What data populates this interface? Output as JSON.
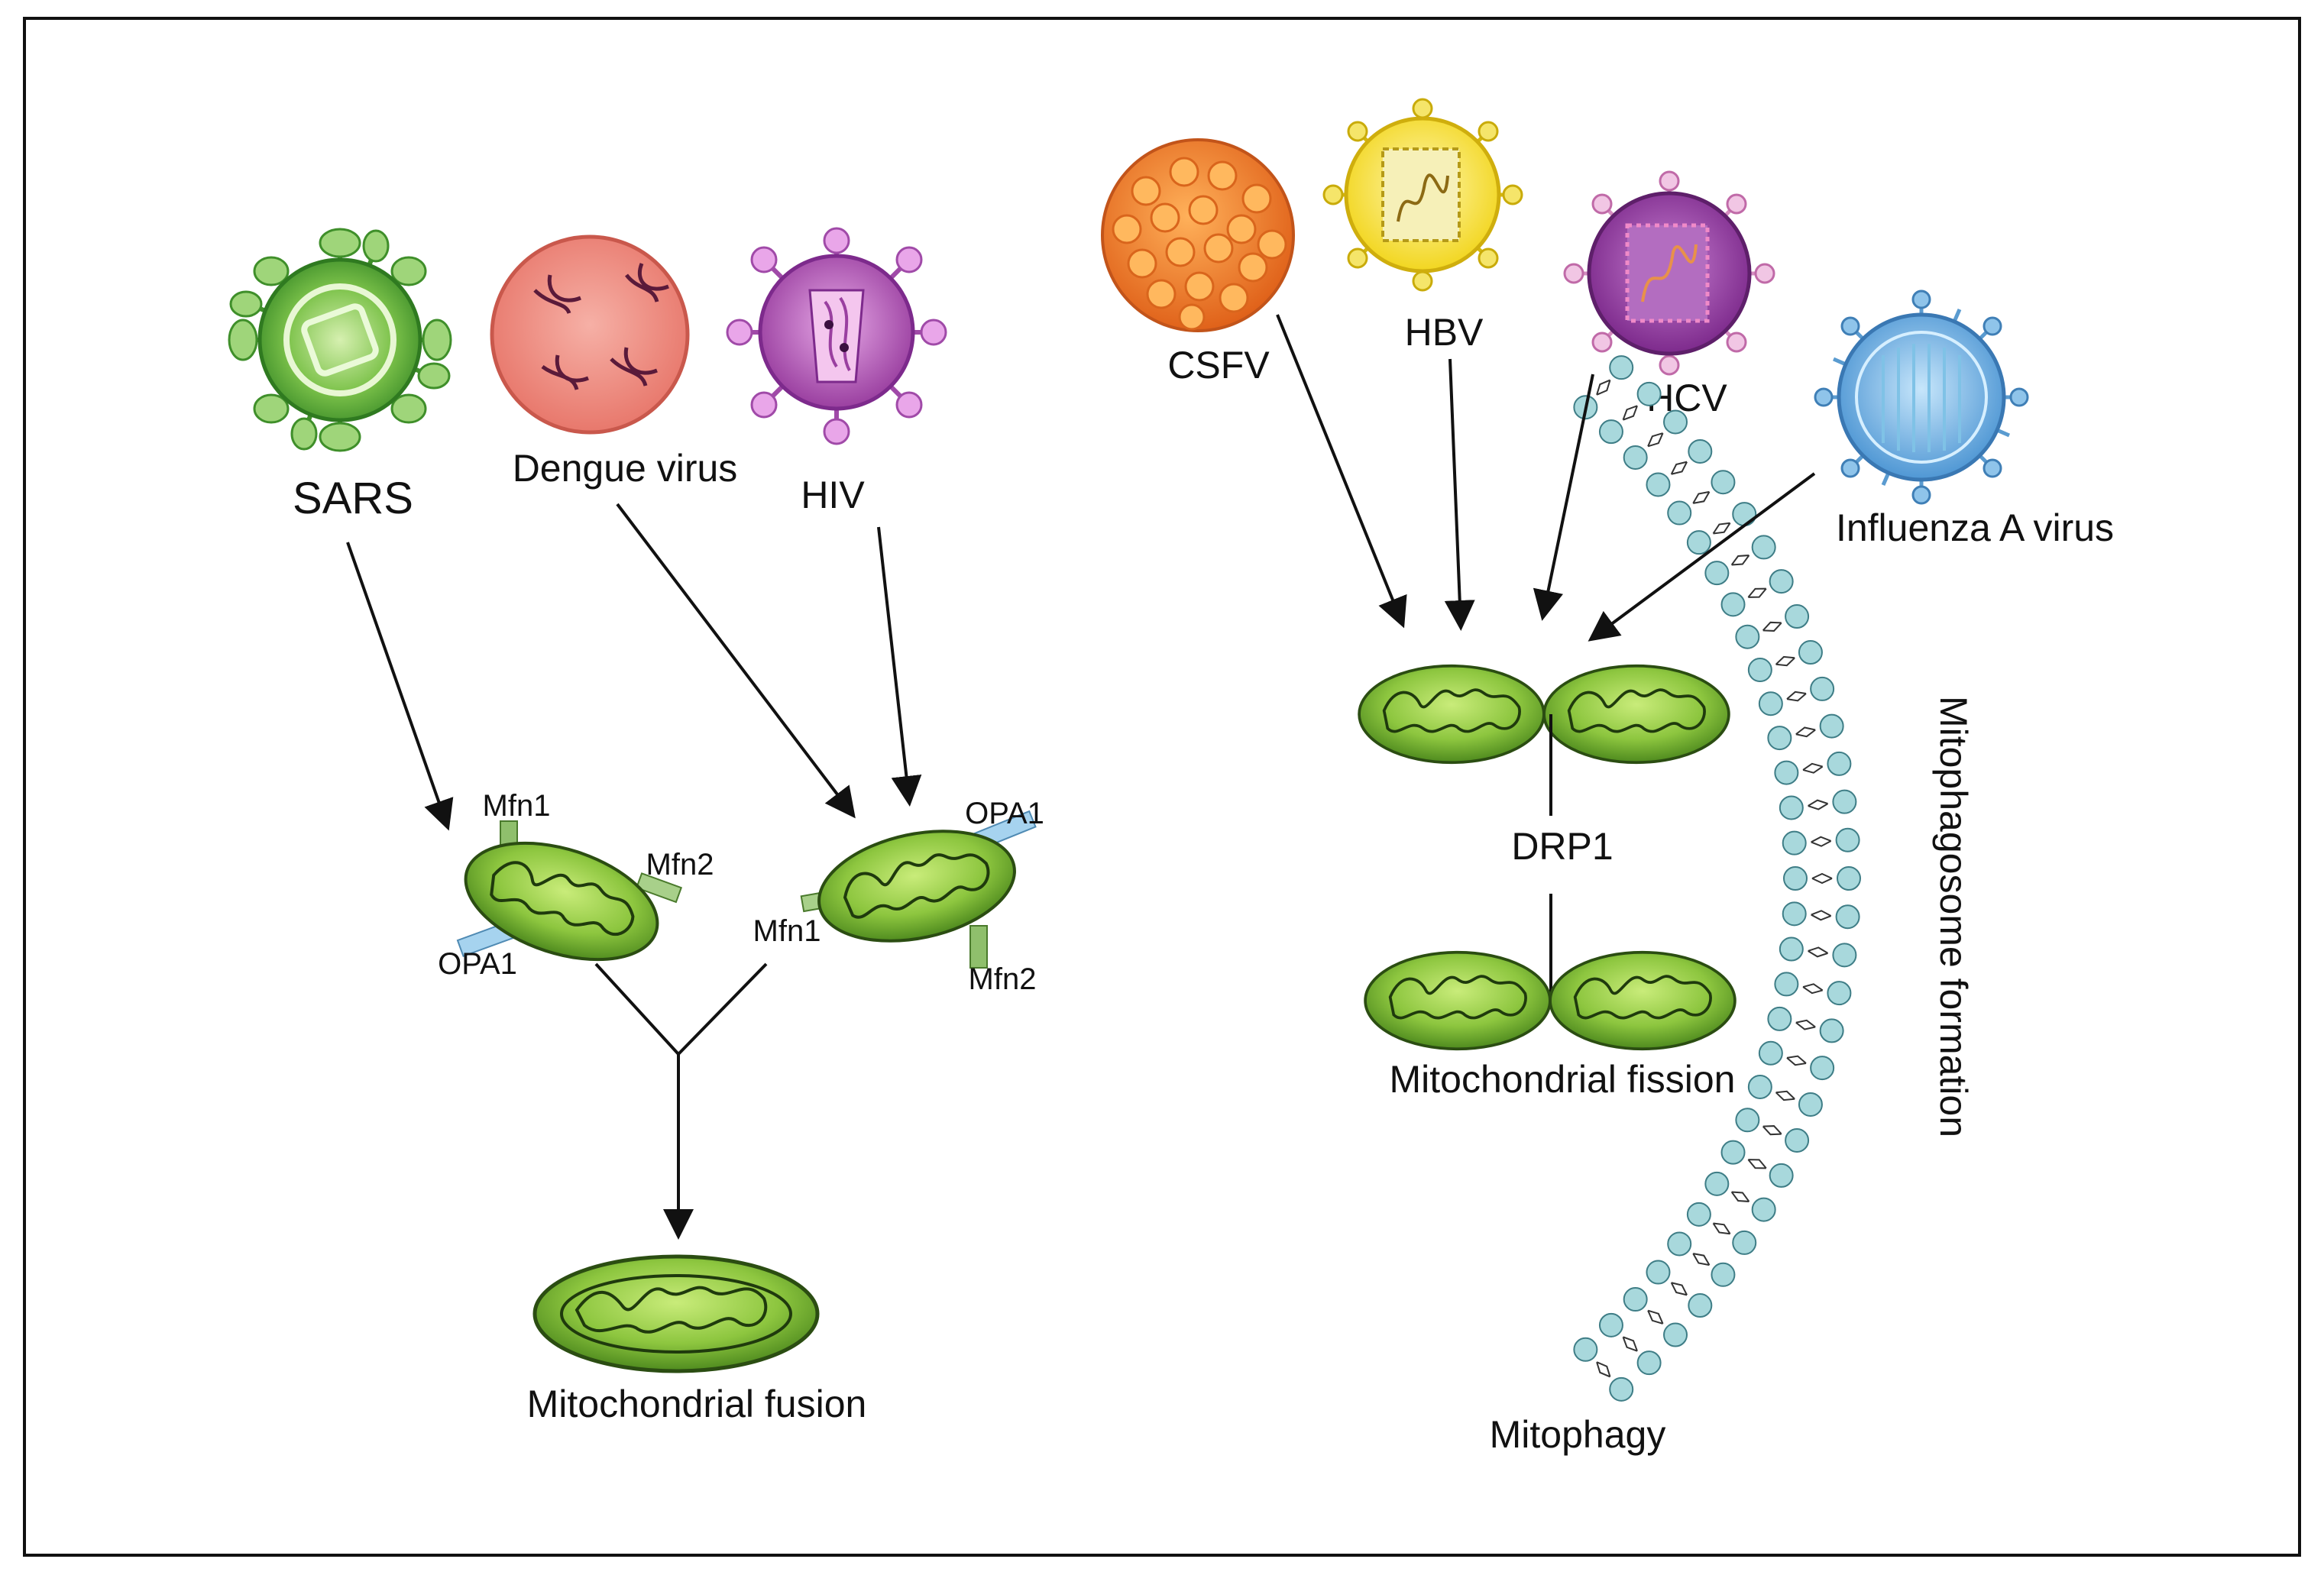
{
  "viruses_fusion": {
    "sars": "SARS",
    "dengue": "Dengue virus",
    "hiv": "HIV"
  },
  "viruses_fission": {
    "csfv": "CSFV",
    "hbv": "HBV",
    "hcv": "HCV",
    "influenza": "Influenza A virus"
  },
  "proteins": {
    "mfn1": "Mfn1",
    "mfn2": "Mfn2",
    "opa1": "OPA1",
    "drp1": "DRP1"
  },
  "outcomes": {
    "fusion": "Mitochondrial fusion",
    "fission": "Mitochondrial fission",
    "mitophagy": "Mitophagy",
    "mitophagosome": "Mitophagosome formation"
  }
}
